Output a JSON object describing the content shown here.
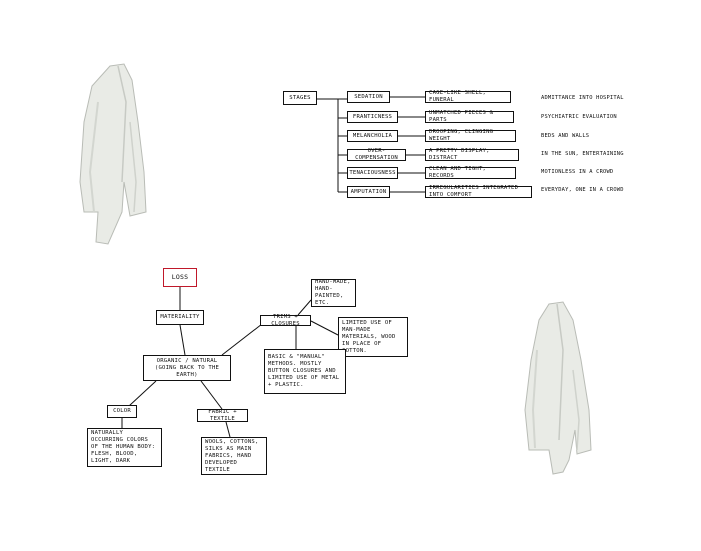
{
  "stages": {
    "root": "STAGES",
    "rows": [
      {
        "stage": "SEDATION",
        "behavior": "CAGE-LIKE SHELL, FUNERAL",
        "note": "ADMITTANCE INTO HOSPITAL"
      },
      {
        "stage": "FRANTICNESS",
        "behavior": "UNMATCHED PIECES & PARTS",
        "note": "PSYCHIATRIC EVALUATION"
      },
      {
        "stage": "MELANCHOLIA",
        "behavior": "DROOPING, CLINGING WEIGHT",
        "note": "BEDS AND WALLS"
      },
      {
        "stage": "OVER-COMPENSATION",
        "behavior": "A PRETTY DISPLAY, DISTRACT",
        "note": "IN THE SUN, ENTERTAINING"
      },
      {
        "stage": "TENACIOUSNESS",
        "behavior": "CLEAN AND TIGHT, RECORDS",
        "note": "MOTIONLESS IN A CROWD"
      },
      {
        "stage": "AMPUTATION",
        "behavior": "IRREGULARITIES INTEGRATED INTO COMFORT",
        "note": "EVERYDAY, ONE IN A CROWD"
      }
    ]
  },
  "loss_map": {
    "loss": "LOSS",
    "materiality": "MATERIALITY",
    "organic": "ORGANIC / NATURAL (GOING BACK TO THE EARTH)",
    "color": "COLOR",
    "color_detail": "NATURALLY OCCURRING COLORS OF THE HUMAN BODY: FLESH, BLOOD, LIGHT, DARK",
    "fabric": "FABRIC + TEXTILE",
    "fabric_detail": "WOOLS, COTTONS, SILKS AS MAIN FABRICS, HAND DEVELOPED TEXTILE",
    "trims": "TRIMS + CLOSURES",
    "hand_made": "HAND-MADE, HAND-PAINTED, ETC.",
    "limited": "LIMITED USE OF MAN-MADE MATERIALS, WOOD IN PLACE OF COTTON.",
    "basic": "BASIC & \"MANUAL\" METHODS. MOSTLY BUTTON CLOSURES AND LIMITED USE OF METAL + PLASTIC."
  },
  "images": {
    "shirt_top_left": "shirt-photo",
    "shirt_bottom_right": "shirt-photo"
  },
  "colors": {
    "ink": "#111111",
    "loss_border": "#c0182a",
    "shirt_fill": "#e9ebe6",
    "shirt_shadow": "#c7cac4"
  }
}
